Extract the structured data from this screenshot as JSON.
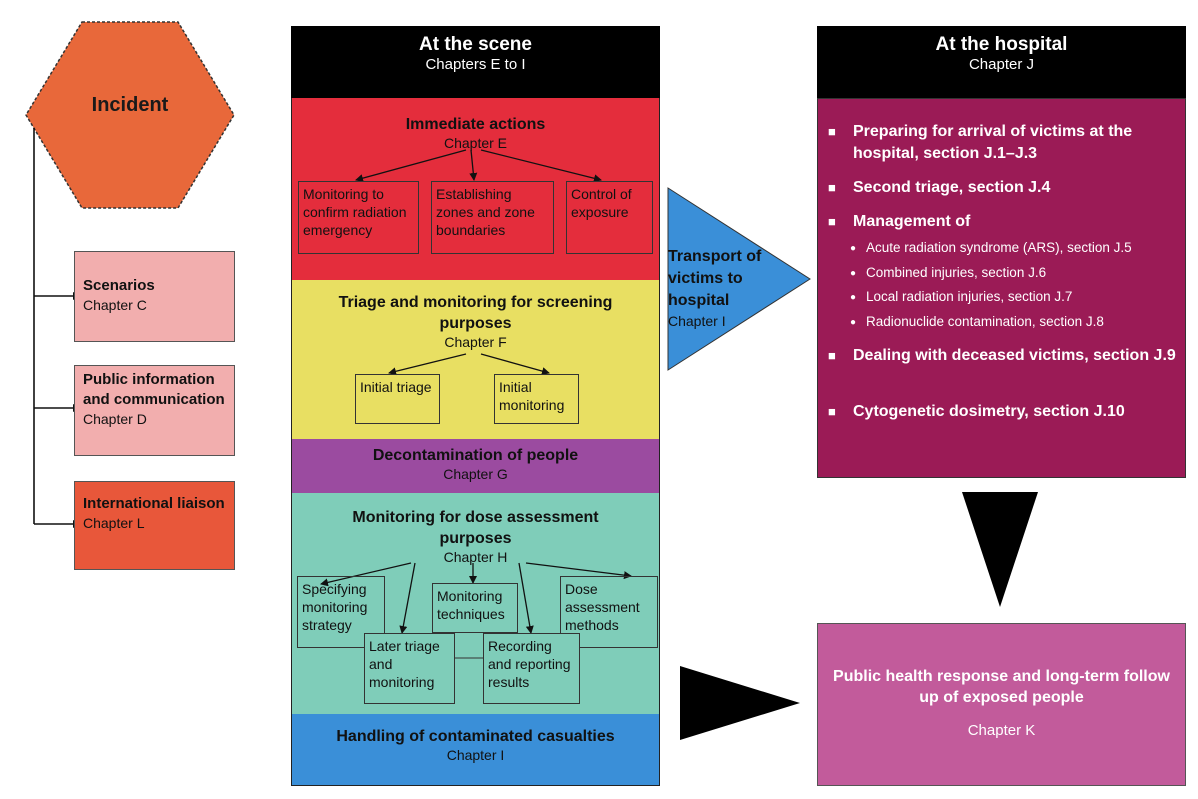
{
  "incident": {
    "label": "Incident"
  },
  "side_boxes": [
    {
      "title": "Scenarios",
      "chapter": "Chapter C"
    },
    {
      "title": "Public information and communication",
      "chapter": "Chapter D"
    },
    {
      "title": "International liaison",
      "chapter": "Chapter L"
    }
  ],
  "scene": {
    "title": "At the scene",
    "chapters": "Chapters E to I",
    "immediate": {
      "title": "Immediate actions",
      "chapter": "Chapter E",
      "items": [
        "Monitoring to confirm radiation emergency",
        "Establishing zones and zone boundaries",
        "Control of exposure"
      ]
    },
    "triage": {
      "title": "Triage and monitoring for screening purposes",
      "chapter": "Chapter F",
      "items": [
        "Initial triage",
        "Initial monitoring"
      ]
    },
    "decon": {
      "title": "Decontamination of people",
      "chapter": "Chapter G"
    },
    "dose": {
      "title": "Monitoring for dose assessment purposes",
      "chapter": "Chapter H",
      "items": [
        "Specifying monitoring strategy",
        "Monitoring techniques",
        "Dose assessment methods",
        "Later triage and monitoring",
        "Recording and reporting results"
      ]
    },
    "handling": {
      "title": "Handling of contaminated casualties",
      "chapter": "Chapter I"
    }
  },
  "transport": {
    "title": "Transport of victims to hospital",
    "chapter": "Chapter I"
  },
  "hospital": {
    "title": "At the hospital",
    "chapter": "Chapter J",
    "items": [
      "Preparing for arrival of victims at the hospital, section J.1–J.3",
      "Second triage, section J.4",
      "Management of",
      "Dealing with deceased victims, section J.9",
      "Cytogenetic dosimetry, section J.10"
    ],
    "management_sub": [
      "Acute radiation syndrome (ARS), section J.5",
      "Combined injuries, section J.6",
      "Local radiation injuries, section J.7",
      "Radionuclide contamination, section J.8"
    ]
  },
  "public_health": {
    "title": "Public health response and long-term follow up of exposed people",
    "chapter": "Chapter K"
  },
  "colors": {
    "incident": "#e8683a",
    "scenarios": "#f2aeae",
    "public_info": "#f2aeae",
    "international": "#e8573a",
    "red": "#e42d3c",
    "yellow": "#e8df62",
    "purple": "#9b4ba0",
    "teal": "#7fcdb9",
    "blue": "#3a8fd8",
    "hospital": "#9b1b56",
    "public_health": "#c25b9b",
    "transport": "#3a8fd8"
  }
}
